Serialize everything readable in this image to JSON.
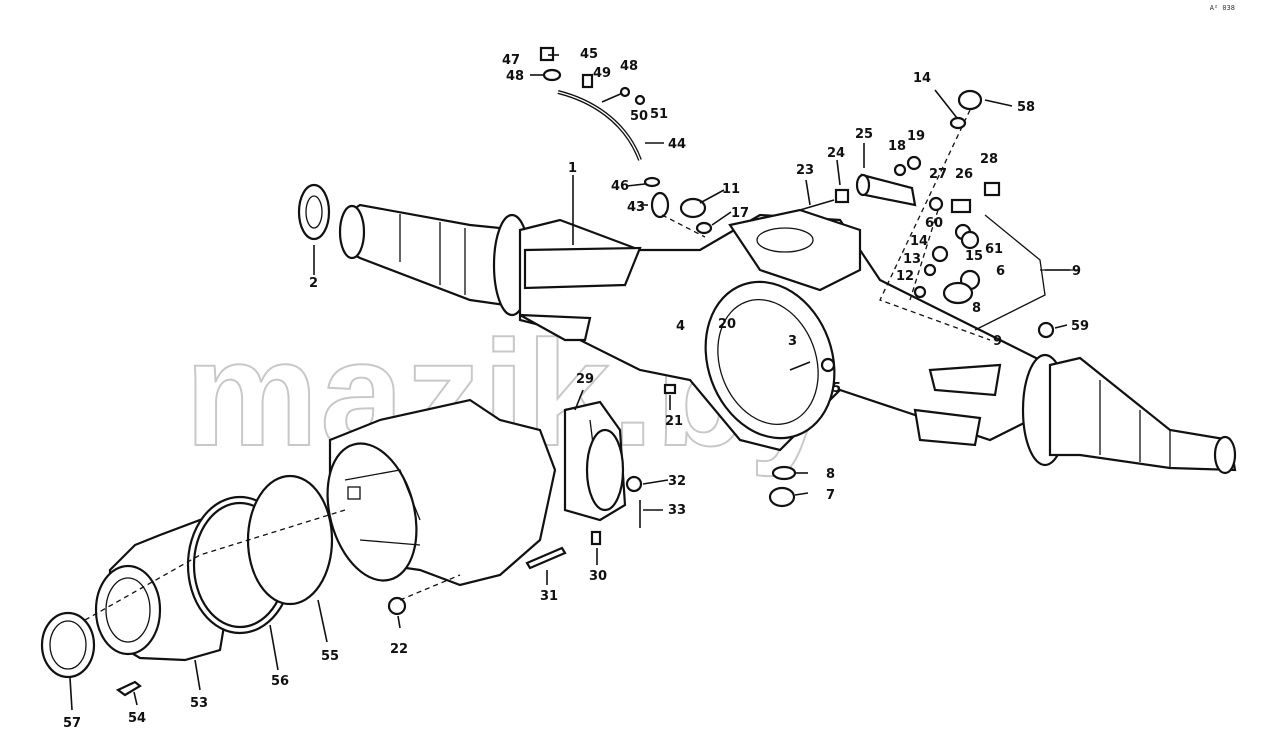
{
  "watermark": "mazik.by",
  "corner_code": "A² 038",
  "callouts": [
    {
      "id": "1",
      "text": "1"
    },
    {
      "id": "2",
      "text": "2"
    },
    {
      "id": "3",
      "text": "3"
    },
    {
      "id": "4",
      "text": "4"
    },
    {
      "id": "5",
      "text": "5"
    },
    {
      "id": "6",
      "text": "6"
    },
    {
      "id": "7",
      "text": "7"
    },
    {
      "id": "8a",
      "text": "8"
    },
    {
      "id": "8b",
      "text": "8"
    },
    {
      "id": "9a",
      "text": "9"
    },
    {
      "id": "9b",
      "text": "9"
    },
    {
      "id": "11",
      "text": "11"
    },
    {
      "id": "12",
      "text": "12"
    },
    {
      "id": "13",
      "text": "13"
    },
    {
      "id": "14a",
      "text": "14"
    },
    {
      "id": "14b",
      "text": "14"
    },
    {
      "id": "15",
      "text": "15"
    },
    {
      "id": "17",
      "text": "17"
    },
    {
      "id": "18",
      "text": "18"
    },
    {
      "id": "19",
      "text": "19"
    },
    {
      "id": "20",
      "text": "20"
    },
    {
      "id": "21",
      "text": "21"
    },
    {
      "id": "22",
      "text": "22"
    },
    {
      "id": "23",
      "text": "23"
    },
    {
      "id": "24",
      "text": "24"
    },
    {
      "id": "25",
      "text": "25"
    },
    {
      "id": "26",
      "text": "26"
    },
    {
      "id": "27",
      "text": "27"
    },
    {
      "id": "28",
      "text": "28"
    },
    {
      "id": "29",
      "text": "29"
    },
    {
      "id": "30",
      "text": "30"
    },
    {
      "id": "31",
      "text": "31"
    },
    {
      "id": "32",
      "text": "32"
    },
    {
      "id": "33",
      "text": "33"
    },
    {
      "id": "43",
      "text": "43"
    },
    {
      "id": "44",
      "text": "44"
    },
    {
      "id": "45",
      "text": "45"
    },
    {
      "id": "46",
      "text": "46"
    },
    {
      "id": "47",
      "text": "47"
    },
    {
      "id": "48a",
      "text": "48"
    },
    {
      "id": "48b",
      "text": "48"
    },
    {
      "id": "49",
      "text": "49"
    },
    {
      "id": "50",
      "text": "50"
    },
    {
      "id": "51",
      "text": "51"
    },
    {
      "id": "53",
      "text": "53"
    },
    {
      "id": "54",
      "text": "54"
    },
    {
      "id": "55",
      "text": "55"
    },
    {
      "id": "56",
      "text": "56"
    },
    {
      "id": "57",
      "text": "57"
    },
    {
      "id": "58",
      "text": "58"
    },
    {
      "id": "59",
      "text": "59"
    },
    {
      "id": "60",
      "text": "60"
    },
    {
      "id": "61",
      "text": "61"
    }
  ]
}
